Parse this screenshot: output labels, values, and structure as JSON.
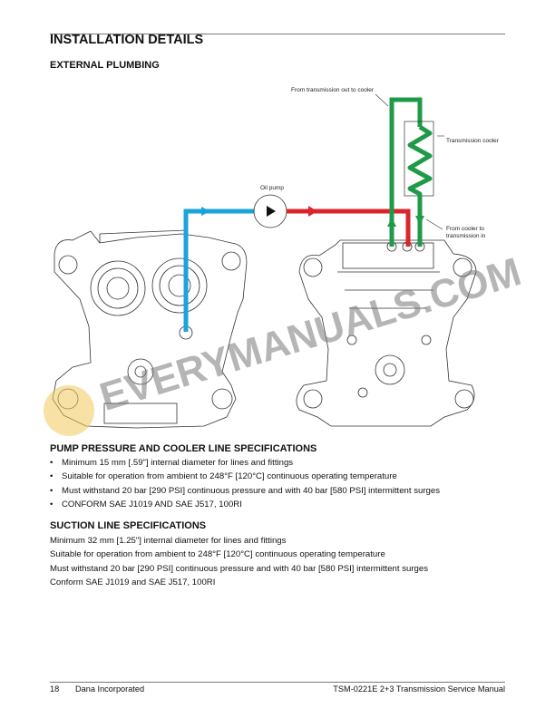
{
  "header": {
    "title": "INSTALLATION DETAILS",
    "subtitle": "EXTERNAL PLUMBING"
  },
  "diagram": {
    "labels": {
      "out_to_cooler": "From transmission out to cooler",
      "cooler": "Transmission cooler",
      "pump": "Oil pump",
      "cooler_to_trans_1": "From cooler to",
      "cooler_to_trans_2": "transmission in"
    },
    "colors": {
      "suction": "#1ba3dc",
      "pressure": "#d9252b",
      "cooler": "#1f9a48"
    }
  },
  "watermark": "EVERYMANUALS.COM",
  "pump_specs": {
    "heading": "PUMP PRESSURE AND COOLER LINE SPECIFICATIONS",
    "items": [
      "Minimum 15 mm [.59\"] internal diameter for lines and fittings",
      "Suitable for operation from ambient to 248°F [120°C] continuous operating temperature",
      "Must withstand 20 bar [290 PSI] continuous pressure and with 40 bar [580 PSI] intermittent surges",
      "CONFORM SAE J1019 AND SAE J517, 100RI"
    ]
  },
  "suction_specs": {
    "heading": "SUCTION LINE SPECIFICATIONS",
    "items": [
      "Minimum 32 mm [1.25\"] internal diameter for lines and fittings",
      "Suitable for operation from ambient to 248°F [120°C] continuous operating temperature",
      "Must withstand 20 bar [290 PSI] continuous pressure and with 40 bar [580 PSI] intermittent surges",
      "Conform SAE J1019 and SAE J517, 100RI"
    ]
  },
  "footer": {
    "page": "18",
    "company": "Dana Incorporated",
    "manual": "TSM-0221E 2+3 Transmission Service Manual"
  }
}
